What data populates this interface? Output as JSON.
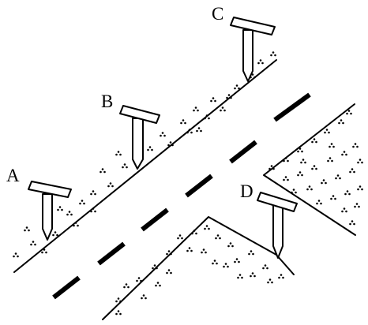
{
  "diagram": {
    "labels": {
      "A": "A",
      "B": "B",
      "C": "C",
      "D": "D"
    },
    "colors": {
      "ink": "#000000",
      "paper": "#ffffff"
    }
  }
}
